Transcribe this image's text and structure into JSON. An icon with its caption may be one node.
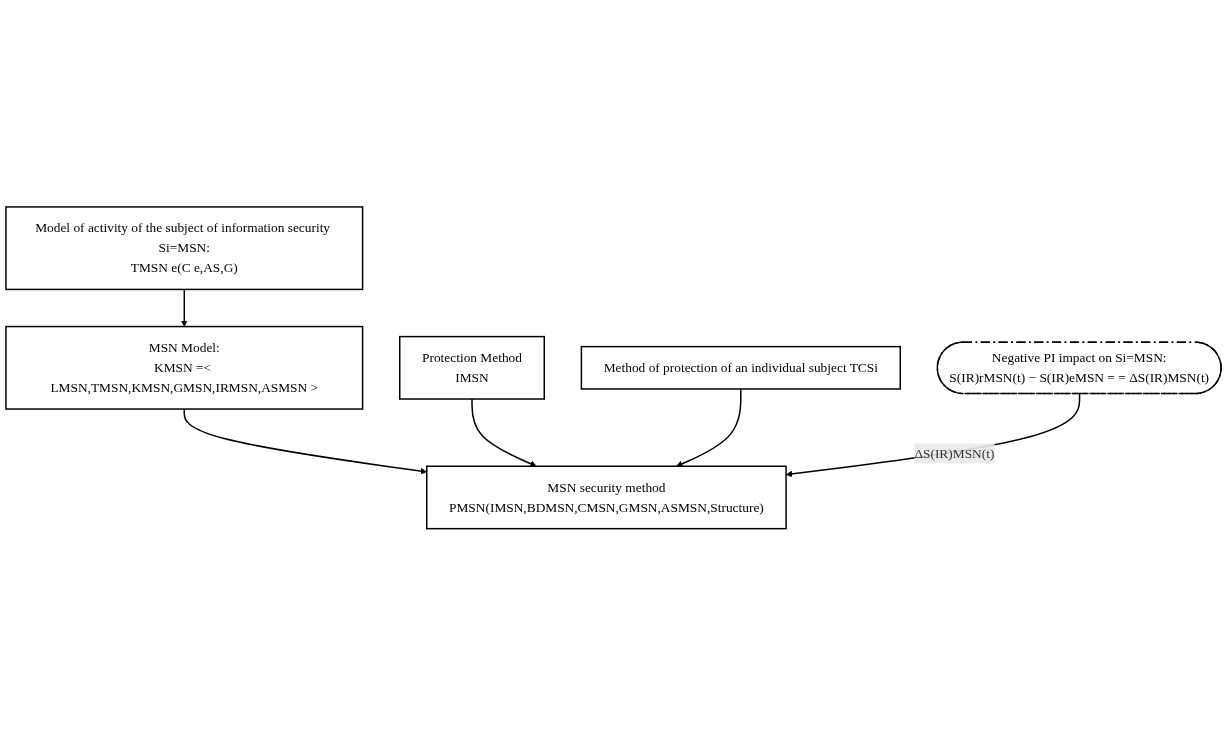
{
  "diagram": {
    "nodes": [
      {
        "text": [
          "Model of activity of the subject of information security Si=MSN:",
          "TMSN e(C e,AS,G)"
        ]
      },
      {
        "text": [
          "MSN Model:",
          "KMSN =< LMSN,TMSN,KMSN,GMSN,IRMSN,ASMSN >"
        ]
      },
      {
        "text": [
          "Negative PI impact on Si=MSN:",
          "S(IR)rMSN(t) − S(IR)eMSN = = ΔS(IR)MSN(t)"
        ]
      },
      {
        "text": [
          "Protection Method",
          "IMSN"
        ]
      },
      {
        "text": [
          "Method of protection of an individual subject TCSi"
        ]
      },
      {
        "text": [
          "MSN security method",
          "PMSN(IMSN,BDMSN,CMSN,GMSN,ASMSN,Structure)"
        ]
      }
    ],
    "edges": [
      {
        "from": 0,
        "to": 1,
        "arrow": "to"
      },
      {
        "from": 1,
        "to": 5,
        "arrow": "to"
      },
      {
        "from": 3,
        "to": 5,
        "arrow": "to"
      },
      {
        "from": 4,
        "to": 5,
        "arrow": "to"
      },
      {
        "from": 2,
        "to": 5,
        "arrow": "to",
        "label": "ΔS(IR)MSN(t)"
      }
    ]
  }
}
